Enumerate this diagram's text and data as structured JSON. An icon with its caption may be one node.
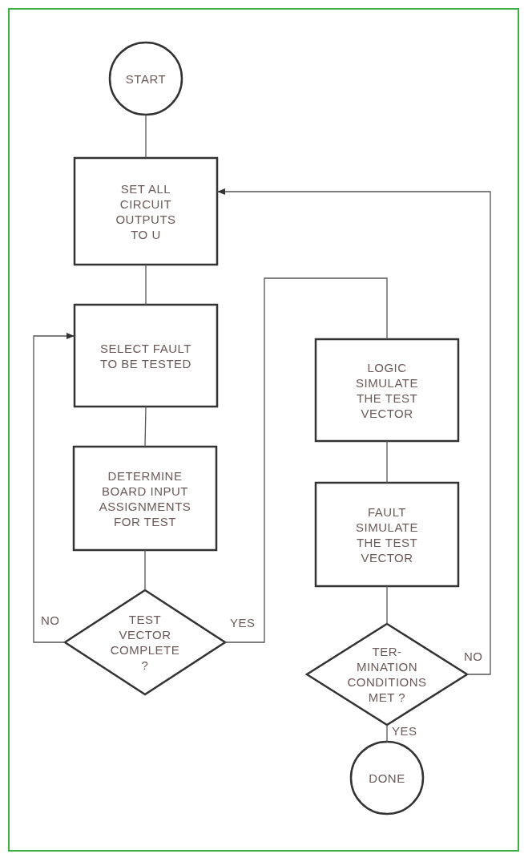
{
  "diagram": {
    "nodes": [
      {
        "text": [
          "START"
        ]
      },
      {
        "text": [
          "SET ALL CIRCUIT OUTPUTS TO U"
        ]
      },
      {
        "text": [
          "SELECT FAULT TO BE TESTED"
        ]
      },
      {
        "text": [
          "DETERMINE BOARD INPUT ASSIGNMENTS FOR TEST"
        ]
      },
      {
        "text": [
          "TEST VECTOR COMPLETE ?"
        ]
      },
      {
        "text": [
          "LOGIC SIMULATE THE TEST VECTOR"
        ]
      },
      {
        "text": [
          "FAULT SIMULATE THE TEST VECTOR"
        ]
      },
      {
        "text": [
          "TER- MINATION CONDITIONS MET ?"
        ]
      },
      {
        "text": [
          "DONE"
        ]
      }
    ],
    "edges": [
      {
        "from": 0,
        "to": 1,
        "arrow": "none"
      },
      {
        "from": 1,
        "to": 2,
        "arrow": "none"
      },
      {
        "from": 2,
        "to": 3,
        "arrow": "none"
      },
      {
        "from": 3,
        "to": 4,
        "arrow": "none"
      },
      {
        "from": 4,
        "to": 2,
        "arrow": "to",
        "label": "NO"
      },
      {
        "from": 4,
        "to": 5,
        "arrow": "none",
        "label": "YES"
      },
      {
        "from": 5,
        "to": 6,
        "arrow": "none"
      },
      {
        "from": 6,
        "to": 7,
        "arrow": "none"
      },
      {
        "from": 7,
        "to": 1,
        "arrow": "to",
        "label": "NO"
      },
      {
        "from": 7,
        "to": 8,
        "arrow": "none",
        "label": "YES"
      }
    ]
  }
}
